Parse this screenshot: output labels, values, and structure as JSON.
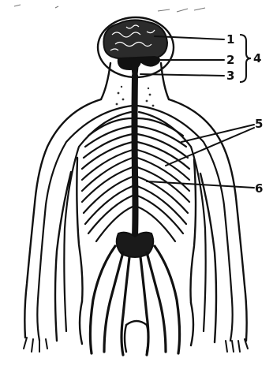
{
  "diagram": {
    "labels": {
      "l1": "1",
      "l2": "2",
      "l3": "3",
      "l4": "4",
      "l5": "5",
      "l6": "6"
    },
    "colors": {
      "ink": "#111111",
      "paper": "#ffffff"
    }
  }
}
